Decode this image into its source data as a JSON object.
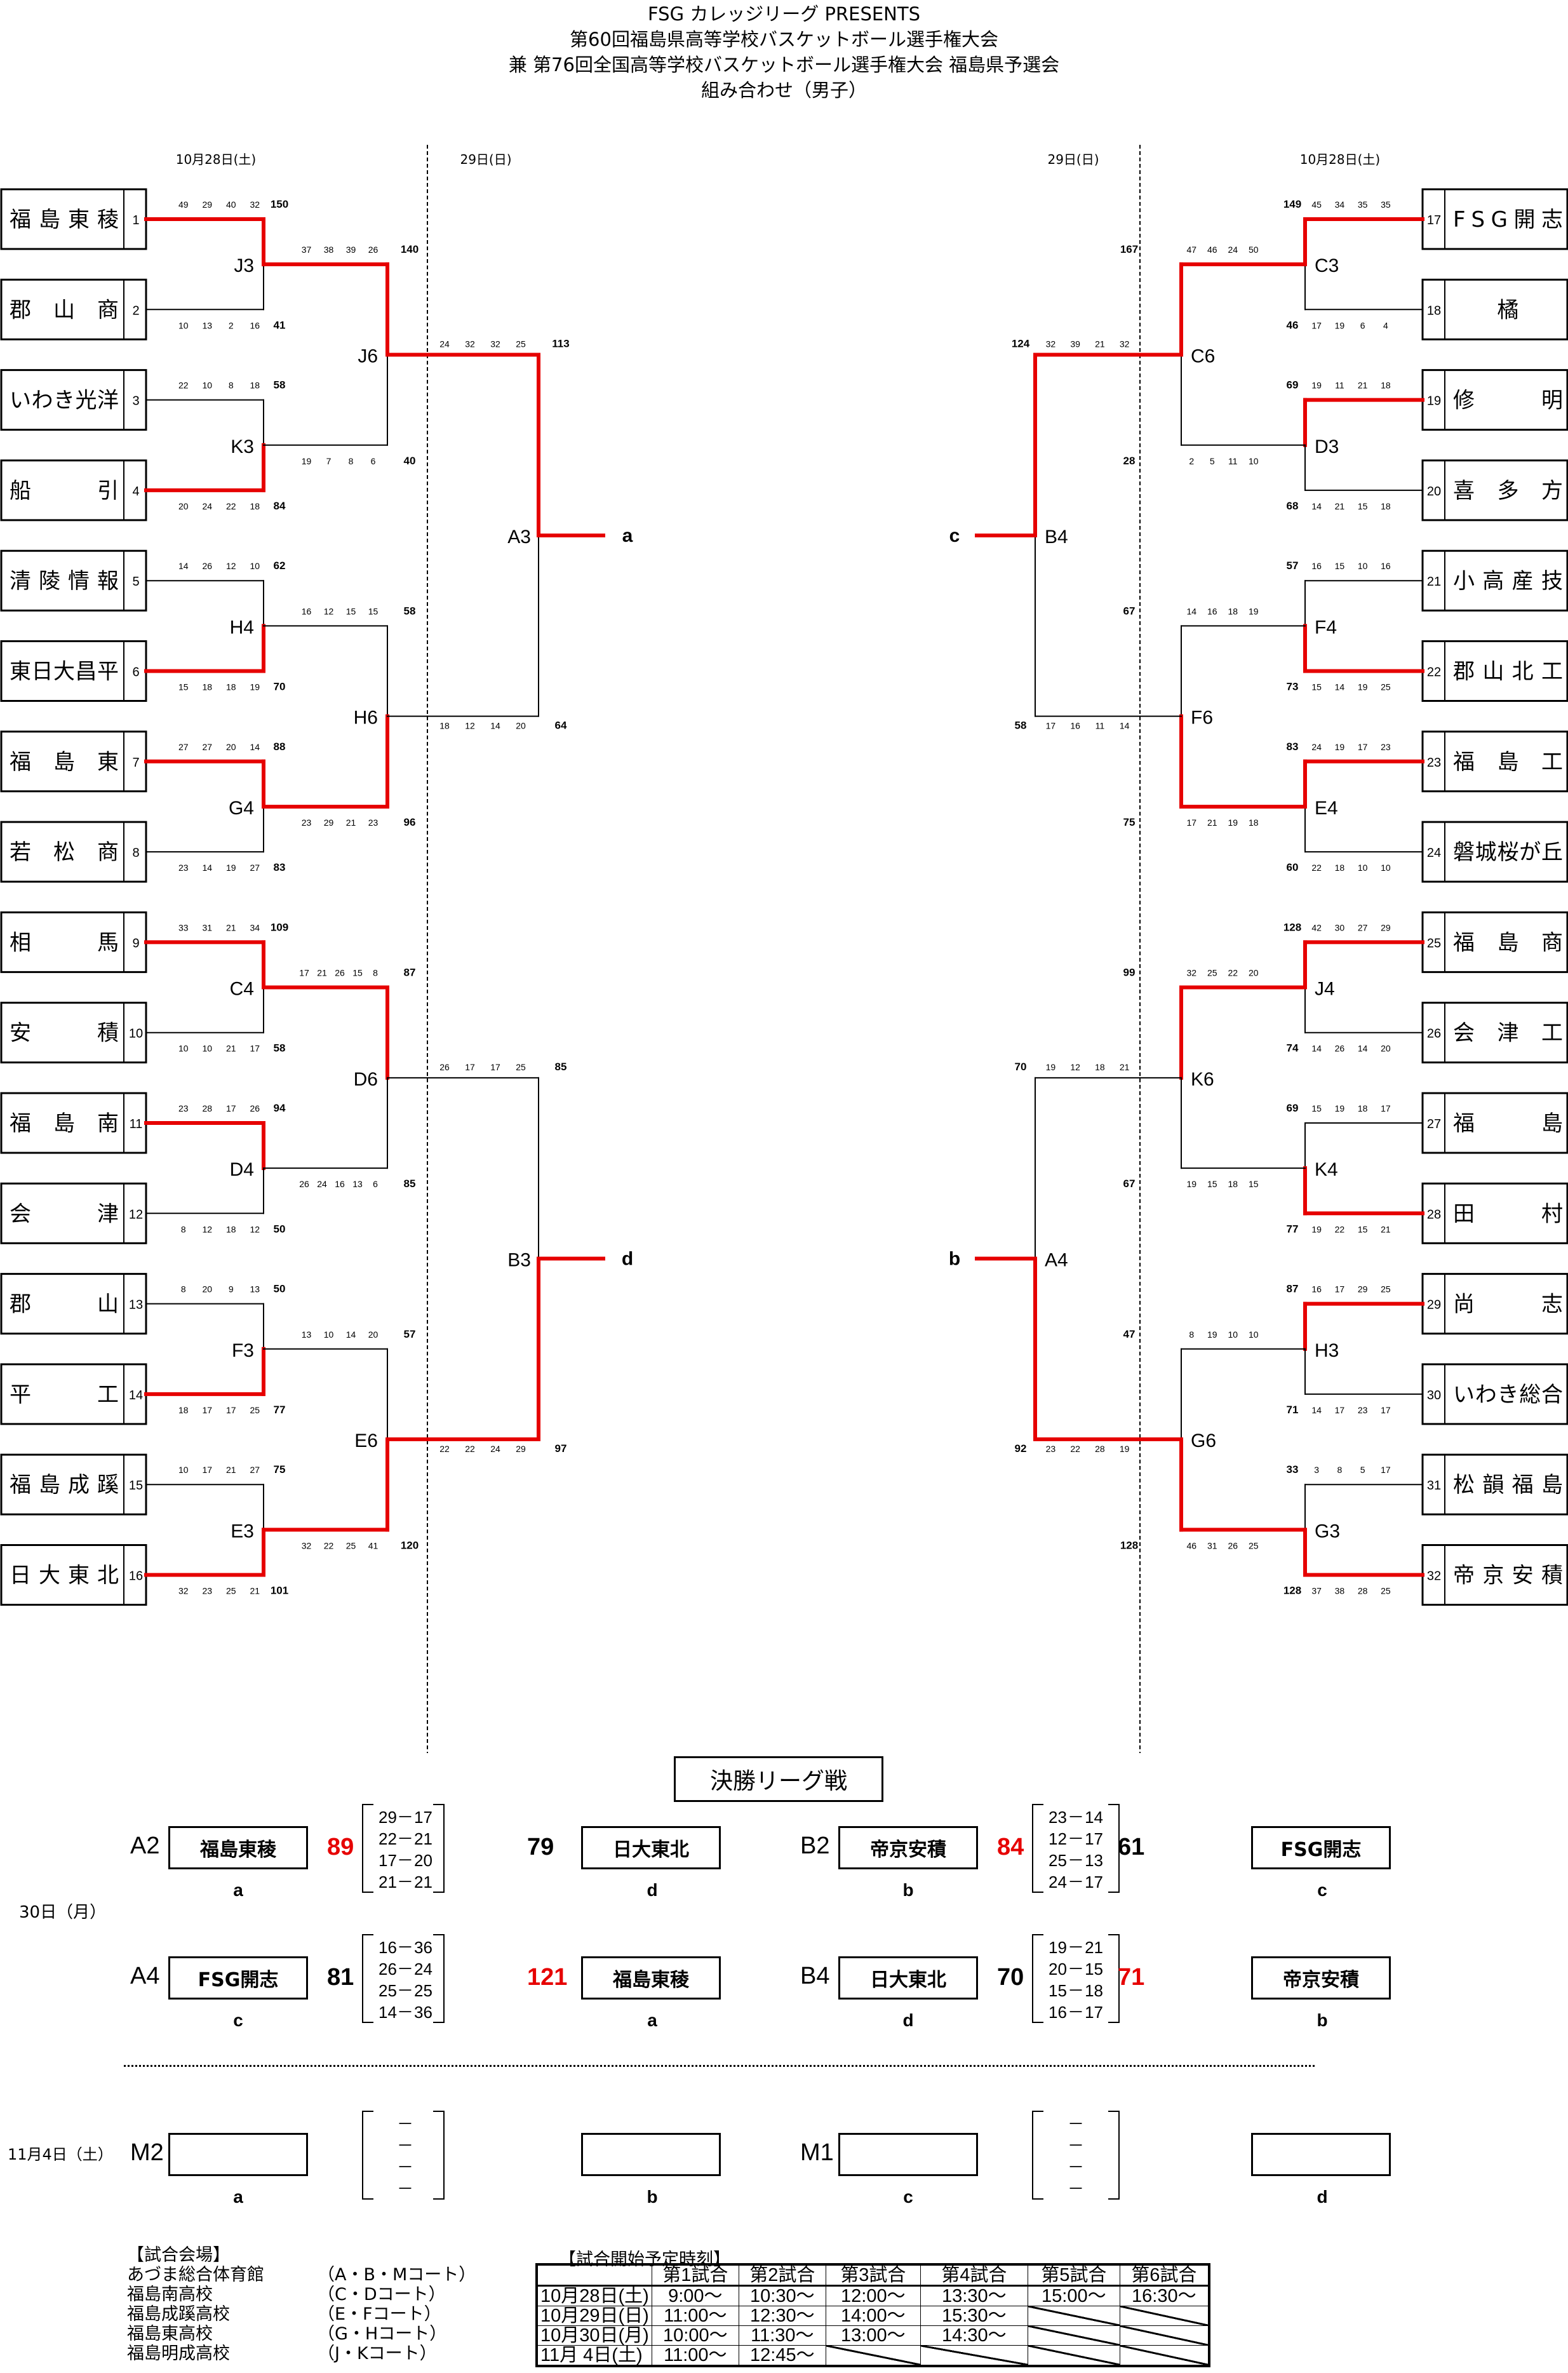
{
  "header": {
    "line1": "FSG カレッジリーグ PRESENTS",
    "line2": "第60回福島県高等学校バスケットボール選手権大会",
    "line3": "兼 第76回全国高等学校バスケットボール選手権大会 福島県予選会",
    "line4": "組み合わせ（男子）"
  },
  "days": {
    "left_r1": "10月28日(土)",
    "left_r2": "29日(日)",
    "right_r2": "29日(日)",
    "right_r1": "10月28日(土)"
  },
  "colors": {
    "win_line": "#e60000",
    "line": "#000000",
    "win_score": "#e60000"
  },
  "teams": [
    {
      "seed": "1",
      "name": "福島東稜"
    },
    {
      "seed": "2",
      "name": "郡山商"
    },
    {
      "seed": "3",
      "name": "いわき光洋"
    },
    {
      "seed": "4",
      "name": "船引"
    },
    {
      "seed": "5",
      "name": "清陵情報"
    },
    {
      "seed": "6",
      "name": "東日大昌平"
    },
    {
      "seed": "7",
      "name": "福島東"
    },
    {
      "seed": "8",
      "name": "若松商"
    },
    {
      "seed": "9",
      "name": "相馬"
    },
    {
      "seed": "10",
      "name": "安積"
    },
    {
      "seed": "11",
      "name": "福島南"
    },
    {
      "seed": "12",
      "name": "会津"
    },
    {
      "seed": "13",
      "name": "郡山"
    },
    {
      "seed": "14",
      "name": "平工"
    },
    {
      "seed": "15",
      "name": "福島成蹊"
    },
    {
      "seed": "16",
      "name": "日大東北"
    },
    {
      "seed": "17",
      "name": "FSG開志"
    },
    {
      "seed": "18",
      "name": "橘"
    },
    {
      "seed": "19",
      "name": "修明"
    },
    {
      "seed": "20",
      "name": "喜多方"
    },
    {
      "seed": "21",
      "name": "小高産技"
    },
    {
      "seed": "22",
      "name": "郡山北工"
    },
    {
      "seed": "23",
      "name": "福島工"
    },
    {
      "seed": "24",
      "name": "磐城桜が丘"
    },
    {
      "seed": "25",
      "name": "福島商"
    },
    {
      "seed": "26",
      "name": "会津工"
    },
    {
      "seed": "27",
      "name": "福島"
    },
    {
      "seed": "28",
      "name": "田村"
    },
    {
      "seed": "29",
      "name": "尚志"
    },
    {
      "seed": "30",
      "name": "いわき総合"
    },
    {
      "seed": "31",
      "name": "松韻福島"
    },
    {
      "seed": "32",
      "name": "帝京安積"
    }
  ],
  "round1": [
    {
      "game": "J3",
      "top": {
        "q": [
          "49",
          "29",
          "40",
          "32"
        ],
        "total": "150"
      },
      "bottom": {
        "q": [
          "10",
          "13",
          "2",
          "16"
        ],
        "total": "41"
      },
      "winner": "top"
    },
    {
      "game": "K3",
      "top": {
        "q": [
          "22",
          "10",
          "8",
          "18"
        ],
        "total": "58"
      },
      "bottom": {
        "q": [
          "20",
          "24",
          "22",
          "18"
        ],
        "total": "84"
      },
      "winner": "bottom"
    },
    {
      "game": "H4",
      "top": {
        "q": [
          "14",
          "26",
          "12",
          "10"
        ],
        "total": "62"
      },
      "bottom": {
        "q": [
          "15",
          "18",
          "18",
          "19"
        ],
        "total": "70"
      },
      "winner": "bottom"
    },
    {
      "game": "G4",
      "top": {
        "q": [
          "27",
          "27",
          "20",
          "14"
        ],
        "total": "88"
      },
      "bottom": {
        "q": [
          "23",
          "14",
          "19",
          "27"
        ],
        "total": "83"
      },
      "winner": "top"
    },
    {
      "game": "C4",
      "top": {
        "q": [
          "33",
          "31",
          "21",
          "34"
        ],
        "total": "109"
      },
      "bottom": {
        "q": [
          "10",
          "10",
          "21",
          "17"
        ],
        "total": "58"
      },
      "winner": "top"
    },
    {
      "game": "D4",
      "top": {
        "q": [
          "23",
          "28",
          "17",
          "26"
        ],
        "total": "94"
      },
      "bottom": {
        "q": [
          "8",
          "12",
          "18",
          "12"
        ],
        "total": "50"
      },
      "winner": "top"
    },
    {
      "game": "F3",
      "top": {
        "q": [
          "8",
          "20",
          "9",
          "13"
        ],
        "total": "50"
      },
      "bottom": {
        "q": [
          "18",
          "17",
          "17",
          "25"
        ],
        "total": "77"
      },
      "winner": "bottom"
    },
    {
      "game": "E3",
      "top": {
        "q": [
          "10",
          "17",
          "21",
          "27"
        ],
        "total": "75"
      },
      "bottom": {
        "q": [
          "32",
          "23",
          "25",
          "21"
        ],
        "total": "101"
      },
      "winner": "bottom"
    },
    {
      "game": "C3",
      "top": {
        "q": [
          "45",
          "34",
          "35",
          "35"
        ],
        "total": "149"
      },
      "bottom": {
        "q": [
          "17",
          "19",
          "6",
          "4"
        ],
        "total": "46"
      },
      "winner": "top"
    },
    {
      "game": "D3",
      "top": {
        "q": [
          "19",
          "11",
          "21",
          "18"
        ],
        "total": "69"
      },
      "bottom": {
        "q": [
          "14",
          "21",
          "15",
          "18"
        ],
        "total": "68"
      },
      "winner": "top"
    },
    {
      "game": "F4",
      "top": {
        "q": [
          "16",
          "15",
          "10",
          "16"
        ],
        "total": "57"
      },
      "bottom": {
        "q": [
          "15",
          "14",
          "19",
          "25"
        ],
        "total": "73"
      },
      "winner": "bottom"
    },
    {
      "game": "E4",
      "top": {
        "q": [
          "24",
          "19",
          "17",
          "23"
        ],
        "total": "83"
      },
      "bottom": {
        "q": [
          "22",
          "18",
          "10",
          "10"
        ],
        "total": "60"
      },
      "winner": "top"
    },
    {
      "game": "J4",
      "top": {
        "q": [
          "42",
          "30",
          "27",
          "29"
        ],
        "total": "128"
      },
      "bottom": {
        "q": [
          "14",
          "26",
          "14",
          "20"
        ],
        "total": "74"
      },
      "winner": "top"
    },
    {
      "game": "K4",
      "top": {
        "q": [
          "15",
          "19",
          "18",
          "17"
        ],
        "total": "69"
      },
      "bottom": {
        "q": [
          "19",
          "22",
          "15",
          "21"
        ],
        "total": "77"
      },
      "winner": "bottom"
    },
    {
      "game": "H3",
      "top": {
        "q": [
          "16",
          "17",
          "29",
          "25"
        ],
        "total": "87"
      },
      "bottom": {
        "q": [
          "14",
          "17",
          "23",
          "17"
        ],
        "total": "71"
      },
      "winner": "top"
    },
    {
      "game": "G3",
      "top": {
        "q": [
          "3",
          "8",
          "5",
          "17"
        ],
        "total": "33"
      },
      "bottom": {
        "q": [
          "37",
          "38",
          "28",
          "25"
        ],
        "total": "128"
      },
      "winner": "bottom"
    }
  ],
  "round2": [
    {
      "game": "J6",
      "top": {
        "q": [
          "37",
          "38",
          "39",
          "26"
        ],
        "total": "140"
      },
      "bottom": {
        "q": [
          "19",
          "7",
          "8",
          "6"
        ],
        "total": "40"
      },
      "winner": "top"
    },
    {
      "game": "H6",
      "top": {
        "q": [
          "16",
          "12",
          "15",
          "15"
        ],
        "total": "58"
      },
      "bottom": {
        "q": [
          "23",
          "29",
          "21",
          "23"
        ],
        "total": "96"
      },
      "winner": "bottom"
    },
    {
      "game": "D6",
      "top": {
        "q": [
          "17",
          "21",
          "26",
          "15",
          "8"
        ],
        "total": "87"
      },
      "bottom": {
        "q": [
          "26",
          "24",
          "16",
          "13",
          "6"
        ],
        "total": "85"
      },
      "winner": "top"
    },
    {
      "game": "E6",
      "top": {
        "q": [
          "13",
          "10",
          "14",
          "20"
        ],
        "total": "57"
      },
      "bottom": {
        "q": [
          "32",
          "22",
          "25",
          "41"
        ],
        "total": "120"
      },
      "winner": "bottom"
    },
    {
      "game": "C6",
      "top": {
        "q": [
          "47",
          "46",
          "24",
          "50"
        ],
        "total": "167"
      },
      "bottom": {
        "q": [
          "2",
          "5",
          "11",
          "10"
        ],
        "total": "28"
      },
      "winner": "top"
    },
    {
      "game": "F6",
      "top": {
        "q": [
          "14",
          "16",
          "18",
          "19"
        ],
        "total": "67"
      },
      "bottom": {
        "q": [
          "17",
          "21",
          "19",
          "18"
        ],
        "total": "75"
      },
      "winner": "bottom"
    },
    {
      "game": "K6",
      "top": {
        "q": [
          "32",
          "25",
          "22",
          "20"
        ],
        "total": "99"
      },
      "bottom": {
        "q": [
          "19",
          "15",
          "18",
          "15"
        ],
        "total": "67"
      },
      "winner": "top"
    },
    {
      "game": "G6",
      "top": {
        "q": [
          "8",
          "19",
          "10",
          "10"
        ],
        "total": "47"
      },
      "bottom": {
        "q": [
          "46",
          "31",
          "26",
          "25"
        ],
        "total": "128"
      },
      "winner": "bottom"
    }
  ],
  "round3": [
    {
      "game": "A3",
      "top": {
        "q": [
          "24",
          "32",
          "32",
          "25"
        ],
        "total": "113"
      },
      "bottom": {
        "q": [
          "18",
          "12",
          "14",
          "20"
        ],
        "total": "64"
      },
      "winner": "top",
      "letter": "a"
    },
    {
      "game": "B3",
      "top": {
        "q": [
          "26",
          "17",
          "17",
          "25"
        ],
        "total": "85"
      },
      "bottom": {
        "q": [
          "22",
          "22",
          "24",
          "29"
        ],
        "total": "97"
      },
      "winner": "bottom",
      "letter": "d"
    },
    {
      "game": "B4",
      "top": {
        "q": [
          "32",
          "39",
          "21",
          "32"
        ],
        "total": "124"
      },
      "bottom": {
        "q": [
          "17",
          "16",
          "11",
          "14"
        ],
        "total": "58"
      },
      "winner": "top",
      "letter": "c"
    },
    {
      "game": "A4",
      "top": {
        "q": [
          "19",
          "12",
          "18",
          "21"
        ],
        "total": "70"
      },
      "bottom": {
        "q": [
          "23",
          "22",
          "28",
          "19"
        ],
        "total": "92"
      },
      "winner": "bottom",
      "letter": "b"
    }
  ],
  "final_league": {
    "title": "決勝リーグ戦",
    "day1_label": "30日（月）",
    "day2_label": "11月4日（土）",
    "matches": [
      {
        "game": "A2",
        "left": {
          "team": "福島東稜",
          "letter": "a",
          "score": "89",
          "win": true
        },
        "right": {
          "team": "日大東北",
          "letter": "d",
          "score": "79",
          "win": false
        },
        "quarters": [
          [
            "29",
            "17"
          ],
          [
            "22",
            "21"
          ],
          [
            "17",
            "20"
          ],
          [
            "21",
            "21"
          ]
        ]
      },
      {
        "game": "B2",
        "left": {
          "team": "帝京安積",
          "letter": "b",
          "score": "84",
          "win": true
        },
        "right": {
          "team": "FSG開志",
          "letter": "c",
          "score": "61",
          "win": false
        },
        "quarters": [
          [
            "23",
            "14"
          ],
          [
            "12",
            "17"
          ],
          [
            "25",
            "13"
          ],
          [
            "24",
            "17"
          ]
        ]
      },
      {
        "game": "A4",
        "left": {
          "team": "FSG開志",
          "letter": "c",
          "score": "81",
          "win": false
        },
        "right": {
          "team": "福島東稜",
          "letter": "a",
          "score": "121",
          "win": true
        },
        "quarters": [
          [
            "16",
            "36"
          ],
          [
            "26",
            "24"
          ],
          [
            "25",
            "25"
          ],
          [
            "14",
            "36"
          ]
        ]
      },
      {
        "game": "B4",
        "left": {
          "team": "日大東北",
          "letter": "d",
          "score": "70",
          "win": false
        },
        "right": {
          "team": "帝京安積",
          "letter": "b",
          "score": "71",
          "win": true
        },
        "quarters": [
          [
            "19",
            "21"
          ],
          [
            "20",
            "15"
          ],
          [
            "15",
            "18"
          ],
          [
            "16",
            "17"
          ]
        ]
      },
      {
        "game": "M2",
        "left": {
          "team": "",
          "letter": "a",
          "score": "",
          "win": false
        },
        "right": {
          "team": "",
          "letter": "b",
          "score": "",
          "win": false
        },
        "quarters": [
          [
            "",
            "－"
          ],
          [
            "",
            "－"
          ],
          [
            "",
            "－"
          ],
          [
            "",
            "－"
          ]
        ]
      },
      {
        "game": "M1",
        "left": {
          "team": "",
          "letter": "c",
          "score": "",
          "win": false
        },
        "right": {
          "team": "",
          "letter": "d",
          "score": "",
          "win": false
        },
        "quarters": [
          [
            "",
            "－"
          ],
          [
            "",
            "－"
          ],
          [
            "",
            "－"
          ],
          [
            "",
            "－"
          ]
        ]
      }
    ]
  },
  "venues": {
    "title": "【試合会場】",
    "items": [
      {
        "name": "あづま総合体育館",
        "courts": "（A・B・Mコート）"
      },
      {
        "name": "福島南高校",
        "courts": "（C・Dコート）"
      },
      {
        "name": "福島成蹊高校",
        "courts": "（E・Fコート）"
      },
      {
        "name": "福島東高校",
        "courts": "（G・Hコート）"
      },
      {
        "name": "福島明成高校",
        "courts": "（J・Kコート）"
      }
    ]
  },
  "schedule": {
    "title": "【試合開始予定時刻】",
    "headers": [
      "",
      "第1試合",
      "第2試合",
      "第3試合",
      "第4試合",
      "第5試合",
      "第6試合"
    ],
    "rows": [
      [
        "10月28日(土)",
        "9:00～",
        "10:30～",
        "12:00～",
        "13:30～",
        "15:00～",
        "16:30～"
      ],
      [
        "10月29日(日)",
        "11:00～",
        "12:30～",
        "14:00～",
        "15:30～",
        "",
        ""
      ],
      [
        "10月30日(月)",
        "10:00～",
        "11:30～",
        "13:00～",
        "14:30～",
        "",
        ""
      ],
      [
        "11月 4日(土)",
        "11:00～",
        "12:45～",
        "",
        "",
        "",
        ""
      ]
    ]
  }
}
